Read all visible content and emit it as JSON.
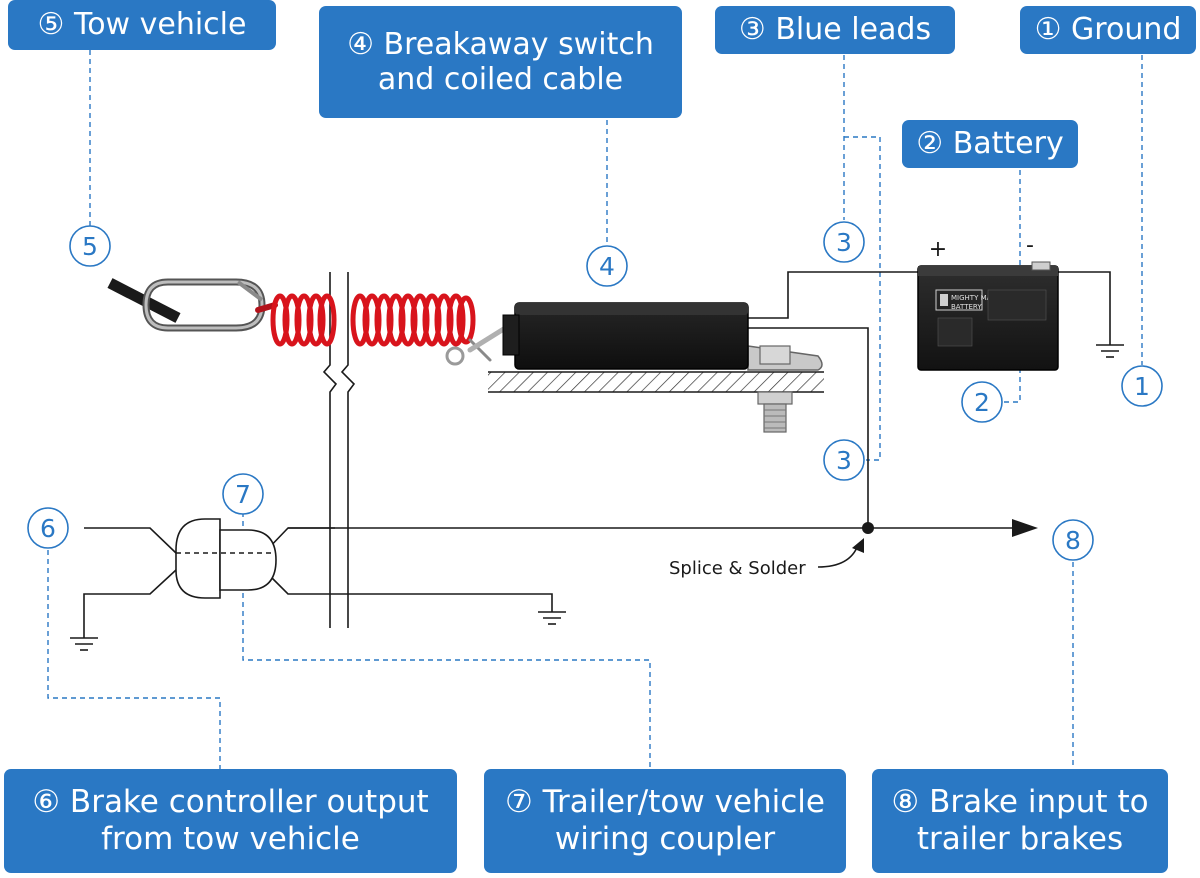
{
  "labels": {
    "tow_vehicle": "⑤ Tow vehicle",
    "breakaway_line1": "④ Breakaway switch",
    "breakaway_line2": "and coiled cable",
    "blue_leads": "③ Blue leads",
    "ground": "① Ground",
    "battery": "② Battery",
    "brake_controller_line1": "⑥ Brake controller output",
    "brake_controller_line2": "from tow vehicle",
    "coupler_line1": "⑦ Trailer/tow vehicle",
    "coupler_line2": "wiring coupler",
    "brake_input_line1": "⑧ Brake input to",
    "brake_input_line2": "trailer brakes"
  },
  "markers": {
    "m1": "1",
    "m2": "2",
    "m3_upper": "3",
    "m3_lower": "3",
    "m4": "4",
    "m5": "5",
    "m6": "6",
    "m7": "7",
    "m8": "8"
  },
  "annotations": {
    "splice": "Splice & Solder",
    "plus": "+",
    "minus": "-"
  },
  "battery": {
    "brand_line1": "MIGHTY MAX",
    "brand_line2": "BATTERY"
  },
  "colors": {
    "accent_blue": "#2a78c4",
    "cable_red": "#d8141c",
    "line_black": "#1a1a1a"
  }
}
